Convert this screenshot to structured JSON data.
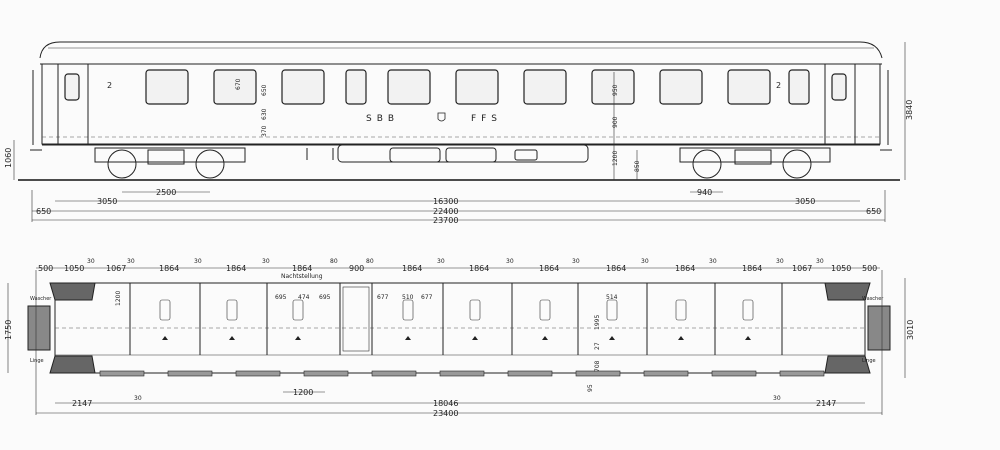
{
  "side_view": {
    "class_left": "2",
    "class_right": "2",
    "lettering_left": "SBB",
    "lettering_right": "FFS",
    "dims": {
      "buffer_height": "1060",
      "bogie_wheelbase": "2500",
      "bogie_center_left": "3050",
      "bogie_centers": "16300",
      "overhang_left": "650",
      "body_length": "22400",
      "length_over_buffers": "23700",
      "height_total": "3840",
      "window_height": "670",
      "dim_650": "650",
      "dim_630": "630",
      "dim_370": "370",
      "dim_950": "950",
      "dim_900": "900",
      "floor_height": "1200",
      "dim_850": "850",
      "dim_940": "940",
      "bogie_center_right": "3050",
      "overhang_right": "650"
    }
  },
  "plan_view": {
    "top_dims": [
      "500",
      "1050",
      "30",
      "1067",
      "30",
      "1864",
      "30",
      "1864",
      "30",
      "1864",
      "80",
      "900",
      "80",
      "1864",
      "30",
      "1864",
      "30",
      "1864",
      "30",
      "1864",
      "30",
      "1864",
      "30",
      "1864",
      "30",
      "1067",
      "30",
      "1050",
      "500"
    ],
    "night_position_label": "Nachtstellung",
    "compartment_dims": [
      "695",
      "474",
      "695",
      "677",
      "510",
      "677",
      "514"
    ],
    "dims": {
      "toilet_width": "1200",
      "width_inner": "1750",
      "width_total": "3010",
      "compartment_depth": "1995",
      "dim_27": "27",
      "corridor_width": "708",
      "dim_95": "95",
      "door_width": "1200",
      "end_left": "2147",
      "gap_left": "30",
      "interior_length": "18046",
      "gap_right": "30",
      "end_right": "2147",
      "total_length": "23400"
    },
    "small_labels": {
      "washer_left": "Wascher",
      "linen_left": "Linge",
      "washer_right": "Wascher",
      "linen_right": "Linge"
    }
  }
}
